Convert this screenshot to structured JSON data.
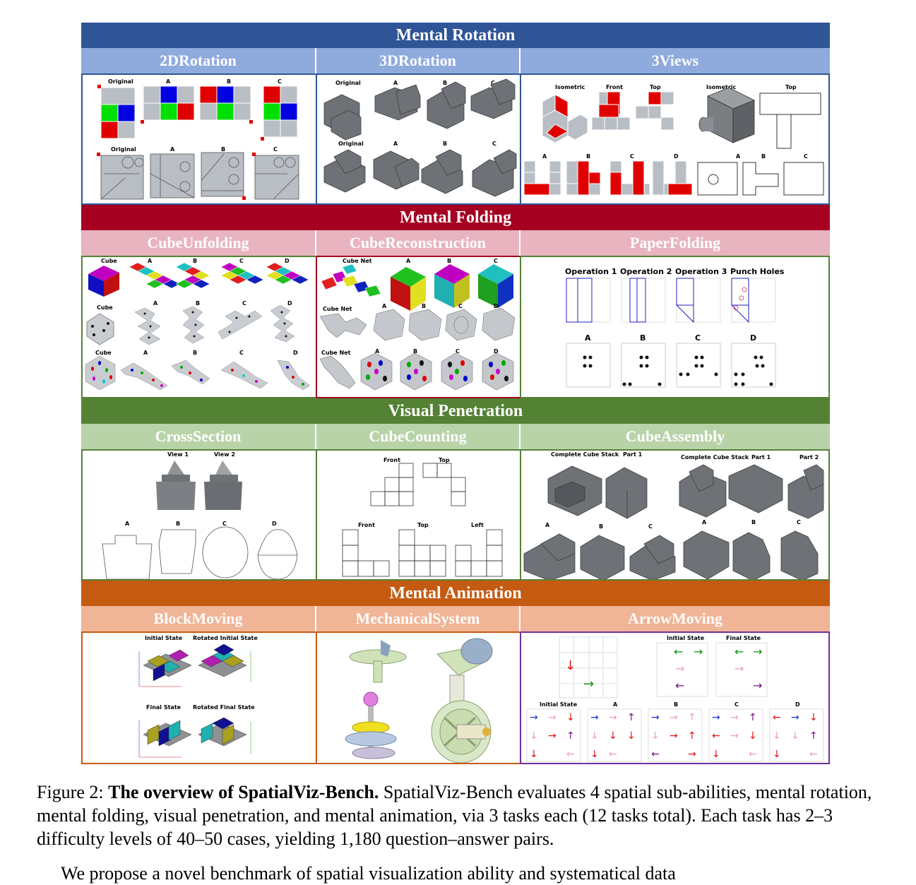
{
  "figure": {
    "categories": [
      {
        "title": "Mental Rotation",
        "color": "#2f5597",
        "task_color": "#8faadc",
        "tasks": [
          "2DRotation",
          "3DRotation",
          "3Views"
        ],
        "labels": {
          "p1": [
            "Original",
            "A",
            "B",
            "C",
            "Original",
            "A",
            "B",
            "C"
          ],
          "p2": [
            "Original",
            "A",
            "B",
            "C",
            "Original",
            "A",
            "B",
            "C"
          ],
          "p3": [
            "Isometric",
            "Front",
            "Top",
            "Isometric",
            "Top",
            "A",
            "B",
            "C",
            "D",
            "A",
            "B",
            "C"
          ]
        }
      },
      {
        "title": "Mental Folding",
        "color": "#a50021",
        "task_color": "#e8b4bf",
        "tasks": [
          "CubeUnfolding",
          "CubeReconstruction",
          "PaperFolding"
        ],
        "labels": {
          "p1": [
            "Cube",
            "A",
            "B",
            "C",
            "D",
            "Cube",
            "A",
            "B",
            "C",
            "D",
            "Cube",
            "A",
            "B",
            "C",
            "D"
          ],
          "p2": [
            "Cube Net",
            "A",
            "B",
            "C",
            "Cube Net",
            "A",
            "B",
            "C",
            "D",
            "Cube Net",
            "A",
            "B",
            "C",
            "D"
          ],
          "p3": [
            "Operation 1",
            "Operation 2",
            "Operation 3",
            "Punch Holes",
            "A",
            "B",
            "C",
            "D"
          ]
        }
      },
      {
        "title": "Visual Penetration",
        "color": "#548235",
        "task_color": "#b9d3a9",
        "tasks": [
          "CrossSection",
          "CubeCounting",
          "CubeAssembly"
        ],
        "labels": {
          "p1": [
            "View 1",
            "View 2",
            "A",
            "B",
            "C",
            "D"
          ],
          "p2": [
            "Front",
            "Top",
            "Front",
            "Top",
            "Left"
          ],
          "p3": [
            "Complete Cube Stack",
            "Part 1",
            "Complete Cube Stack",
            "Part 1",
            "Part 2",
            "A",
            "B",
            "C",
            "A",
            "B",
            "C"
          ]
        }
      },
      {
        "title": "Mental Animation",
        "color": "#c55a11",
        "task_color": "#f0b496",
        "tasks": [
          "BlockMoving",
          "MechanicalSystem",
          "ArrowMoving"
        ],
        "labels": {
          "p1": [
            "Initial State",
            "Rotated Initial State",
            "Final State",
            "Rotated Final State"
          ],
          "p2": [],
          "p3": [
            "Initial State",
            "Final State",
            "Initial State",
            "A",
            "B",
            "C",
            "D"
          ]
        }
      }
    ]
  },
  "caption": {
    "prefix": "Figure 2: ",
    "bold": "The overview of SpatialViz-Bench.",
    "text": " SpatialViz-Bench evaluates 4 spatial sub-abilities, mental rotation, mental folding, visual penetration, and mental animation, via 3 tasks each (12 tasks total). Each task has 2–3 difficulty levels of 40–50 cases, yielding 1,180 question–answer pairs."
  },
  "trailing_text": "We propose a novel benchmark of spatial visualization ability and systematical data"
}
